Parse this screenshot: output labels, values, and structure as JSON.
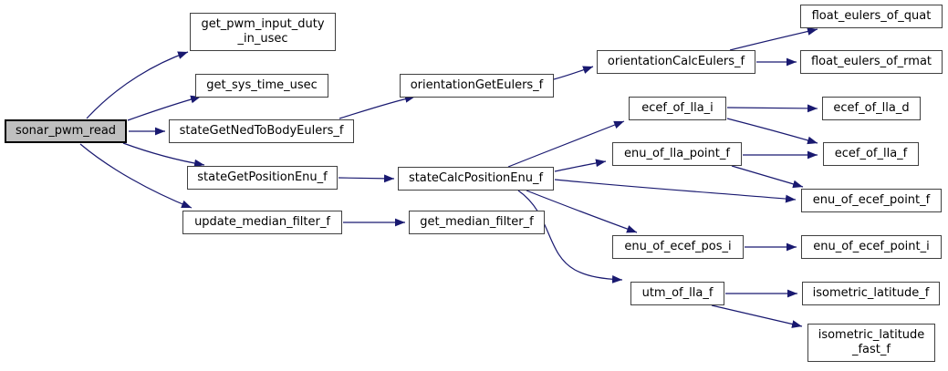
{
  "diagram": {
    "type": "call-graph",
    "root": "sonar_pwm_read",
    "colors": {
      "edge": "#191970",
      "node_border": "#404040",
      "node_fill": "#ffffff",
      "root_fill": "#bfbfbf",
      "text": "#000000",
      "background": "#ffffff"
    },
    "nodes": {
      "sonar_pwm_read": {
        "label": "sonar_pwm_read"
      },
      "get_pwm_input_duty_in_usec": {
        "label": "get_pwm_input_duty\n_in_usec"
      },
      "get_sys_time_usec": {
        "label": "get_sys_time_usec"
      },
      "stateGetNedToBodyEulers_f": {
        "label": "stateGetNedToBodyEulers_f"
      },
      "stateGetPositionEnu_f": {
        "label": "stateGetPositionEnu_f"
      },
      "update_median_filter_f": {
        "label": "update_median_filter_f"
      },
      "orientationGetEulers_f": {
        "label": "orientationGetEulers_f"
      },
      "stateCalcPositionEnu_f": {
        "label": "stateCalcPositionEnu_f"
      },
      "get_median_filter_f": {
        "label": "get_median_filter_f"
      },
      "orientationCalcEulers_f": {
        "label": "orientationCalcEulers_f"
      },
      "ecef_of_lla_i": {
        "label": "ecef_of_lla_i"
      },
      "enu_of_lla_point_f": {
        "label": "enu_of_lla_point_f"
      },
      "enu_of_ecef_pos_i": {
        "label": "enu_of_ecef_pos_i"
      },
      "utm_of_lla_f": {
        "label": "utm_of_lla_f"
      },
      "float_eulers_of_quat": {
        "label": "float_eulers_of_quat"
      },
      "float_eulers_of_rmat": {
        "label": "float_eulers_of_rmat"
      },
      "ecef_of_lla_d": {
        "label": "ecef_of_lla_d"
      },
      "ecef_of_lla_f": {
        "label": "ecef_of_lla_f"
      },
      "enu_of_ecef_point_f": {
        "label": "enu_of_ecef_point_f"
      },
      "enu_of_ecef_point_i": {
        "label": "enu_of_ecef_point_i"
      },
      "isometric_latitude_f": {
        "label": "isometric_latitude_f"
      },
      "isometric_latitude_fast_f": {
        "label": "isometric_latitude\n_fast_f"
      }
    },
    "edges": [
      {
        "from": "sonar_pwm_read",
        "to": "get_pwm_input_duty_in_usec"
      },
      {
        "from": "sonar_pwm_read",
        "to": "get_sys_time_usec"
      },
      {
        "from": "sonar_pwm_read",
        "to": "stateGetNedToBodyEulers_f"
      },
      {
        "from": "sonar_pwm_read",
        "to": "stateGetPositionEnu_f"
      },
      {
        "from": "sonar_pwm_read",
        "to": "update_median_filter_f"
      },
      {
        "from": "stateGetNedToBodyEulers_f",
        "to": "orientationGetEulers_f"
      },
      {
        "from": "orientationGetEulers_f",
        "to": "orientationCalcEulers_f"
      },
      {
        "from": "orientationCalcEulers_f",
        "to": "float_eulers_of_quat"
      },
      {
        "from": "orientationCalcEulers_f",
        "to": "float_eulers_of_rmat"
      },
      {
        "from": "stateGetPositionEnu_f",
        "to": "stateCalcPositionEnu_f"
      },
      {
        "from": "stateCalcPositionEnu_f",
        "to": "ecef_of_lla_i"
      },
      {
        "from": "stateCalcPositionEnu_f",
        "to": "enu_of_lla_point_f"
      },
      {
        "from": "stateCalcPositionEnu_f",
        "to": "enu_of_ecef_point_f"
      },
      {
        "from": "stateCalcPositionEnu_f",
        "to": "enu_of_ecef_pos_i"
      },
      {
        "from": "stateCalcPositionEnu_f",
        "to": "utm_of_lla_f"
      },
      {
        "from": "ecef_of_lla_i",
        "to": "ecef_of_lla_d"
      },
      {
        "from": "ecef_of_lla_i",
        "to": "ecef_of_lla_f"
      },
      {
        "from": "enu_of_lla_point_f",
        "to": "ecef_of_lla_f"
      },
      {
        "from": "enu_of_lla_point_f",
        "to": "enu_of_ecef_point_f"
      },
      {
        "from": "enu_of_ecef_pos_i",
        "to": "enu_of_ecef_point_i"
      },
      {
        "from": "utm_of_lla_f",
        "to": "isometric_latitude_f"
      },
      {
        "from": "utm_of_lla_f",
        "to": "isometric_latitude_fast_f"
      },
      {
        "from": "update_median_filter_f",
        "to": "get_median_filter_f"
      }
    ]
  }
}
